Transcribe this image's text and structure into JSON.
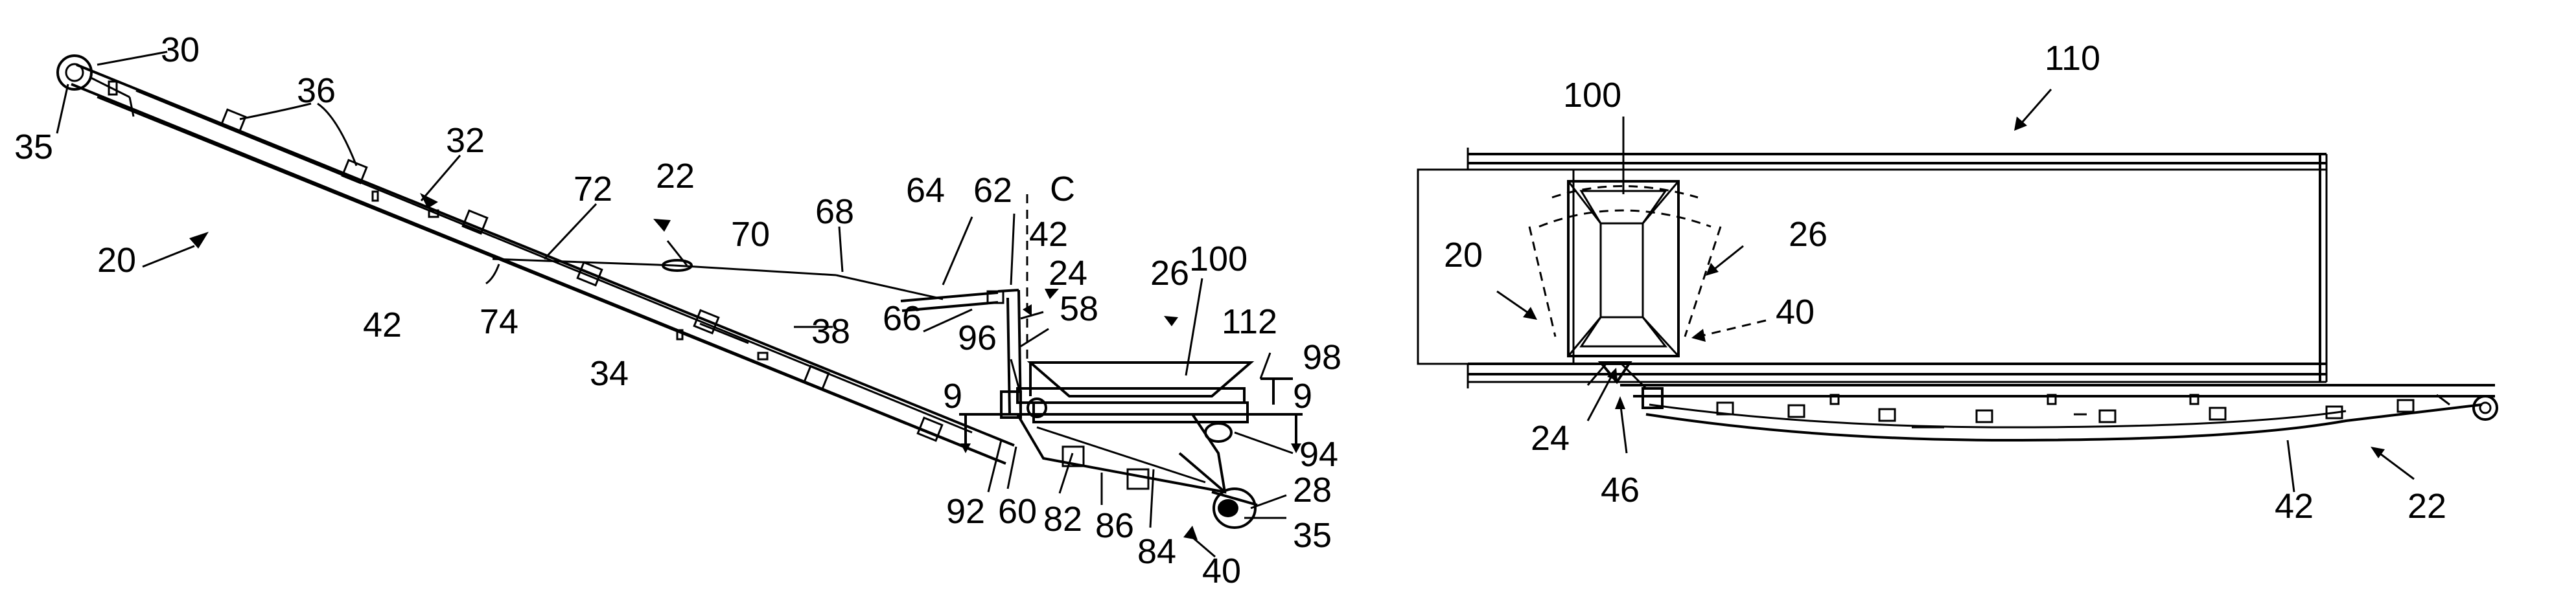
{
  "figure": {
    "labels": {
      "l30": "30",
      "l35a": "35",
      "l36": "36",
      "l32": "32",
      "l20a": "20",
      "l72": "72",
      "l22a": "22",
      "l70": "70",
      "l68": "68",
      "l64": "64",
      "l62": "62",
      "lC": "C",
      "l42b": "42",
      "l24a": "24",
      "l26a": "26",
      "l100a": "100",
      "l58": "58",
      "l66": "66",
      "l74": "74",
      "l42a": "42",
      "l34": "34",
      "l38": "38",
      "l96": "96",
      "l112": "112",
      "l98": "98",
      "l9a": "9",
      "l9b": "9",
      "l94": "94",
      "l28": "28",
      "l35b": "35",
      "l92": "92",
      "l60": "60",
      "l82": "82",
      "l86": "86",
      "l84": "84",
      "l40a": "40",
      "l110": "110",
      "l100b": "100",
      "l20b": "20",
      "l26b": "26",
      "l40b": "40",
      "l24b": "24",
      "l46": "46",
      "l42c": "42",
      "l22b": "22"
    }
  }
}
